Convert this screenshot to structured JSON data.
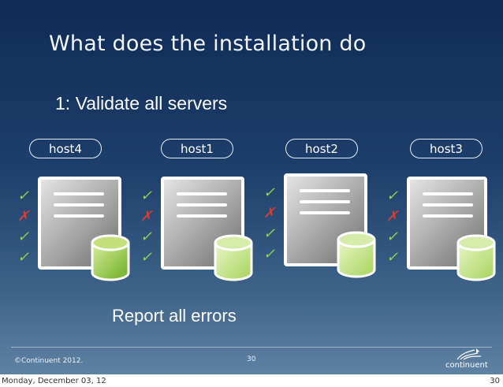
{
  "slide": {
    "title": "What does the installation do",
    "subtitle": "1: Validate all servers",
    "hosts": [
      "host4",
      "host1",
      "host2",
      "host3"
    ],
    "check_mark": "✓",
    "error_mark": "✗",
    "report_text": "Report all errors",
    "copyright": "©Continuent 2012.",
    "page_number": "30",
    "logo_text": "continuent"
  },
  "footer": {
    "date": "Monday, December 03, 12",
    "page": "30"
  },
  "colors": {
    "check": "#8fd04e",
    "error": "#e03c2e",
    "db_light": "#cfe9a0",
    "db_dark": "#5da01e"
  }
}
